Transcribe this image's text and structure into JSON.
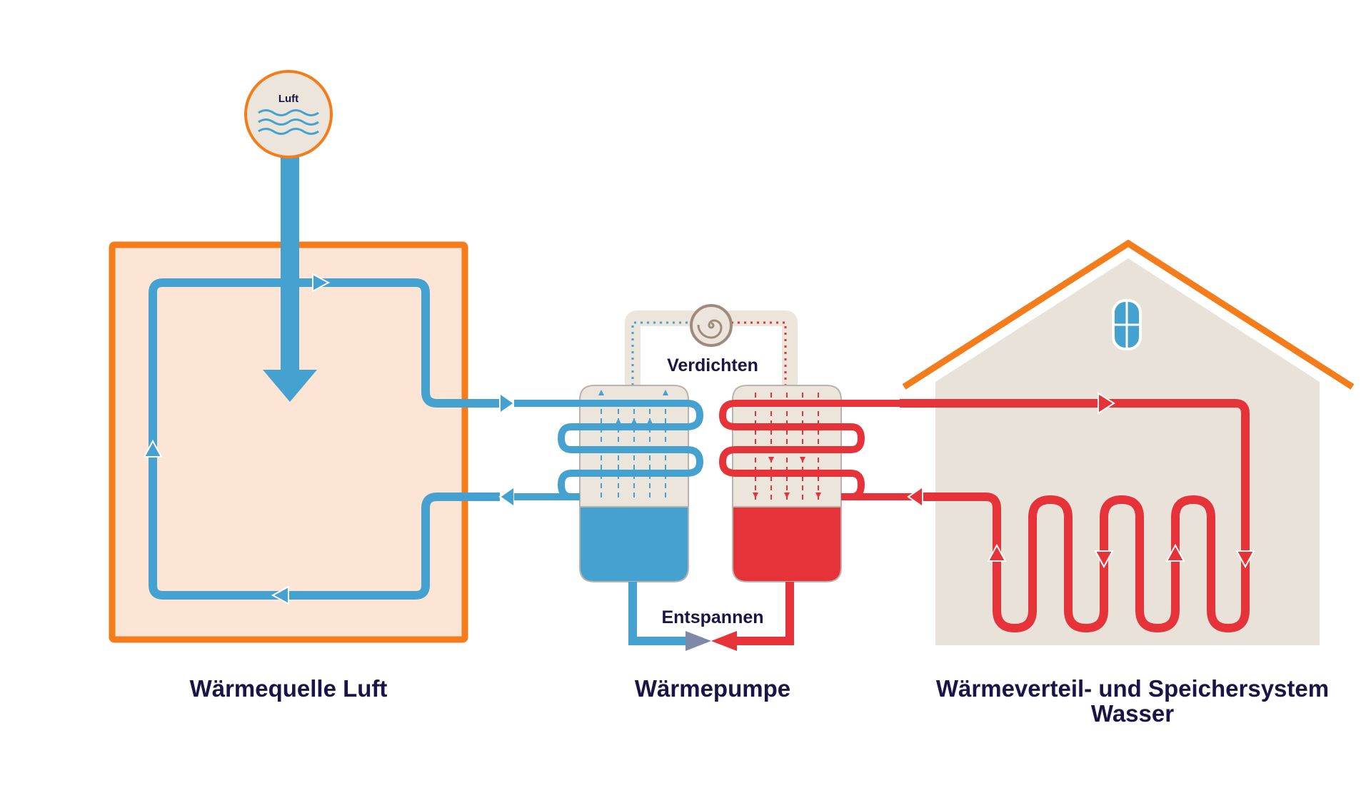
{
  "colors": {
    "accent_orange": "#f47c1a",
    "source_fill": "#fde5d5",
    "cold_blue": "#45a2d0",
    "hot_red": "#e63339",
    "tank_beige": "#ebe5dc",
    "house_wall": "#e8e2d8",
    "text_dark": "#1b1446"
  },
  "labels": {
    "air_badge": "Luft",
    "compress": "Verdichten",
    "expand": "Entspannen",
    "source": "Wärmequelle Luft",
    "pump": "Wärmepumpe",
    "sink_line1": "Wärmeverteil- und Speichersystem",
    "sink_line2": "Wasser"
  },
  "icons": [
    "air-waves-icon",
    "compressor-spiral-icon",
    "expansion-valve-icon",
    "window-icon"
  ]
}
